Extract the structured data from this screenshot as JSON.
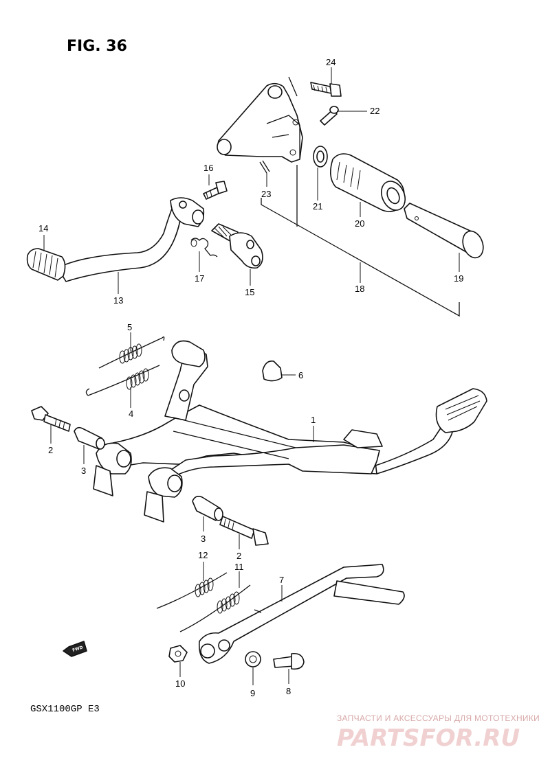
{
  "figure": {
    "title": "FIG. 36",
    "model": "GSX1100GP  E3",
    "fwd_badge": "FWD"
  },
  "callouts": {
    "p1": "1",
    "p2a": "2",
    "p2b": "2",
    "p3a": "3",
    "p3b": "3",
    "p4": "4",
    "p5": "5",
    "p6": "6",
    "p7": "7",
    "p8": "8",
    "p9": "9",
    "p10": "10",
    "p11": "11",
    "p12": "12",
    "p13": "13",
    "p14": "14",
    "p15": "15",
    "p16": "16",
    "p17": "17",
    "p18": "18",
    "p19": "19",
    "p20": "20",
    "p21": "21",
    "p22": "22",
    "p23": "23",
    "p24": "24"
  },
  "watermark": {
    "tagline": "ЗАПЧАСТИ И АКСЕССУАРЫ ДЛЯ МОТОТЕХНИКИ",
    "brand": "PARTSFOR.RU"
  }
}
